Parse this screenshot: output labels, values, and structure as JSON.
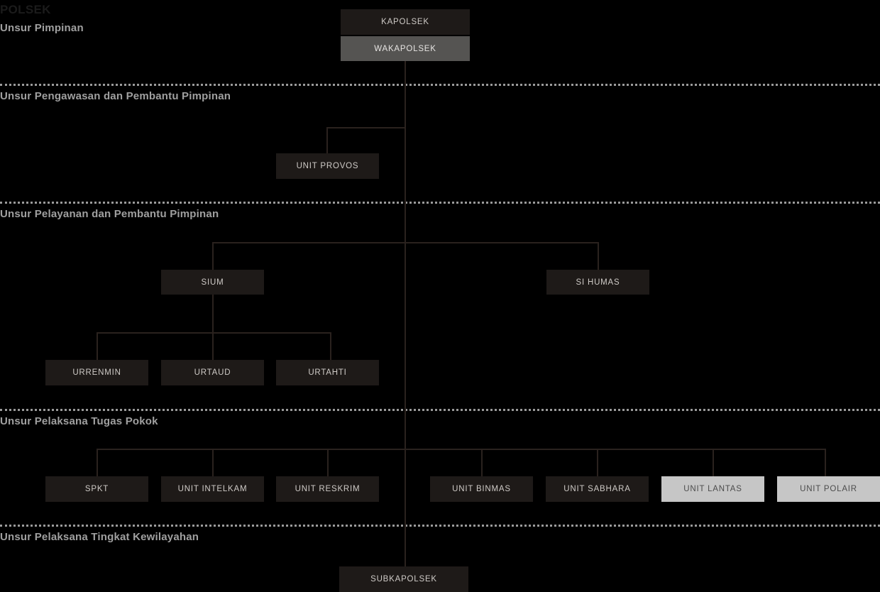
{
  "title": "POLSEK",
  "colors": {
    "background": "#000000",
    "box_dark": "#1e1a18",
    "box_mid": "#555452",
    "box_light": "#c6c6c6",
    "text_light": "#cfcbc7",
    "text_dark": "#4c4c4c",
    "section_label": "#a0a0a0",
    "connector": "#2a221e",
    "divider": "#9a9a9a"
  },
  "sections": [
    {
      "label": "Unsur Pimpinan"
    },
    {
      "label": "Unsur Pengawasan dan Pembantu Pimpinan"
    },
    {
      "label": "Unsur Pelayanan dan Pembantu Pimpinan"
    },
    {
      "label": "Unsur Pelaksana Tugas Pokok"
    },
    {
      "label": "Unsur Pelaksana Tingkat Kewilayahan"
    }
  ],
  "nodes": {
    "kapolsek": "KAPOLSEK",
    "wakapolsek": "WAKAPOLSEK",
    "unit_provos": "UNIT PROVOS",
    "sium": "SIUM",
    "si_humas": "SI HUMAS",
    "urrenmin": "URRENMIN",
    "urtaud": "URTAUD",
    "urtahti": "URTAHTI",
    "spkt": "SPKT",
    "unit_intelkam": "UNIT INTELKAM",
    "unit_reskrim": "UNIT RESKRIM",
    "unit_binmas": "UNIT BINMAS",
    "unit_sabhara": "UNIT SABHARA",
    "unit_lantas": "UNIT LANTAS",
    "unit_polair": "UNIT POLAIR",
    "subkapolsek": "SUBKAPOLSEK"
  },
  "chart_data": {
    "type": "diagram",
    "title": "POLSEK",
    "diagram_kind": "organizational-chart",
    "levels": [
      {
        "section": "Unsur Pimpinan",
        "members": [
          "KAPOLSEK",
          "WAKAPOLSEK"
        ]
      },
      {
        "section": "Unsur Pengawasan dan Pembantu Pimpinan",
        "members": [
          "UNIT PROVOS"
        ]
      },
      {
        "section": "Unsur Pelayanan dan Pembantu Pimpinan",
        "members": [
          "SIUM",
          "SI HUMAS",
          "URRENMIN",
          "URTAUD",
          "URTAHTI"
        ]
      },
      {
        "section": "Unsur Pelaksana Tugas Pokok",
        "members": [
          "SPKT",
          "UNIT INTELKAM",
          "UNIT RESKRIM",
          "UNIT BINMAS",
          "UNIT SABHARA",
          "UNIT LANTAS",
          "UNIT POLAIR"
        ]
      },
      {
        "section": "Unsur Pelaksana Tingkat Kewilayahan",
        "members": [
          "SUBKAPOLSEK"
        ]
      }
    ],
    "edges": [
      {
        "from": "KAPOLSEK",
        "to": "WAKAPOLSEK"
      },
      {
        "from": "WAKAPOLSEK",
        "to": "UNIT PROVOS"
      },
      {
        "from": "WAKAPOLSEK",
        "to": "SIUM"
      },
      {
        "from": "WAKAPOLSEK",
        "to": "SI HUMAS"
      },
      {
        "from": "SIUM",
        "to": "URRENMIN"
      },
      {
        "from": "SIUM",
        "to": "URTAUD"
      },
      {
        "from": "SIUM",
        "to": "URTAHTI"
      },
      {
        "from": "WAKAPOLSEK",
        "to": "SPKT"
      },
      {
        "from": "WAKAPOLSEK",
        "to": "UNIT INTELKAM"
      },
      {
        "from": "WAKAPOLSEK",
        "to": "UNIT RESKRIM"
      },
      {
        "from": "WAKAPOLSEK",
        "to": "UNIT BINMAS"
      },
      {
        "from": "WAKAPOLSEK",
        "to": "UNIT SABHARA"
      },
      {
        "from": "WAKAPOLSEK",
        "to": "UNIT LANTAS"
      },
      {
        "from": "WAKAPOLSEK",
        "to": "UNIT POLAIR"
      },
      {
        "from": "WAKAPOLSEK",
        "to": "SUBKAPOLSEK"
      }
    ],
    "highlighted_nodes": [
      "UNIT LANTAS",
      "UNIT POLAIR"
    ],
    "emphasis_nodes": [
      "WAKAPOLSEK"
    ]
  }
}
